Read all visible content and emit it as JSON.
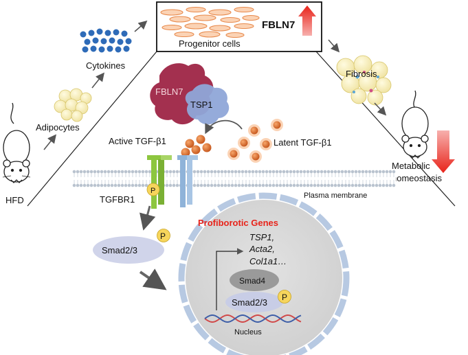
{
  "progenitor": {
    "gene": "FBLN7",
    "caption": "Progenitor cells"
  },
  "left": {
    "cytokines": "Cytokines",
    "adipocytes": "Adipocytes",
    "hfd": "HFD"
  },
  "right": {
    "fibrosis": "Fibrosis",
    "metabolic_line1": "Metabolic",
    "metabolic_line2": "homeostasis"
  },
  "complex": {
    "fbln7": "FBLN7",
    "tsp1": "TSP1"
  },
  "tgf": {
    "active": "Active TGF-β1",
    "latent": "Latent TGF-β1",
    "receptor": "TGFBR1",
    "phospho": "P"
  },
  "membrane": {
    "label": "Plasma membrane"
  },
  "smad": {
    "cytoplasmic": "Smad2/3",
    "phospho": "P"
  },
  "nucleus": {
    "title": "Profiborotic  Genes",
    "genes": [
      "TSP1,",
      "Acta2,",
      "Col1a1…"
    ],
    "smad4": "Smad4",
    "smad23": "Smad2/3",
    "phospho": "P",
    "label": "Nucleus"
  },
  "colors": {
    "fbln7": "#a3304f",
    "tsp1": "#8fa6d8",
    "tgf_ball": "#d9661e",
    "receptor_green": "#8dc63f",
    "receptor_blue": "#8fb3d9",
    "phospho": "#f6d55c",
    "arrow_red": "#e8231a",
    "nucleus_fill": "#d6d6d6",
    "nucleus_rim": "#b7c9e2",
    "title_red": "#e8231a"
  }
}
